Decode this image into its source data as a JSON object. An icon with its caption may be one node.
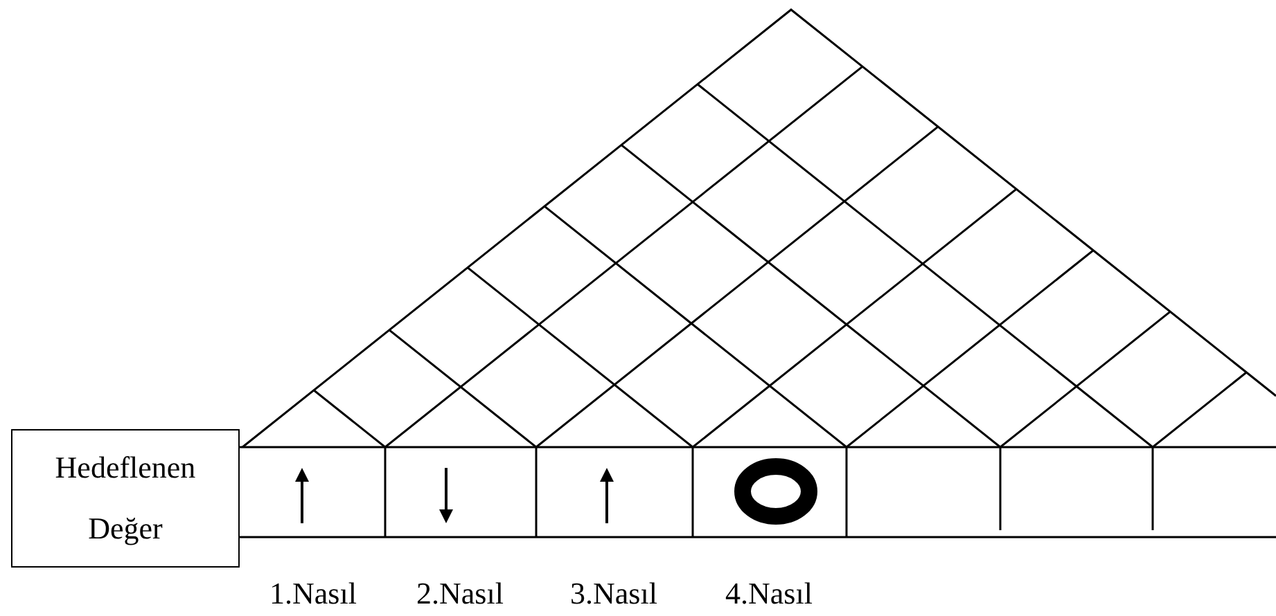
{
  "diagram": {
    "nodes": [
      {
        "text": [
          "Hedeflenen Değer"
        ]
      }
    ],
    "labels": [
      "1.Nasıl",
      "2.Nasıl",
      "3.Nasıl",
      "4.Nasıl"
    ]
  }
}
